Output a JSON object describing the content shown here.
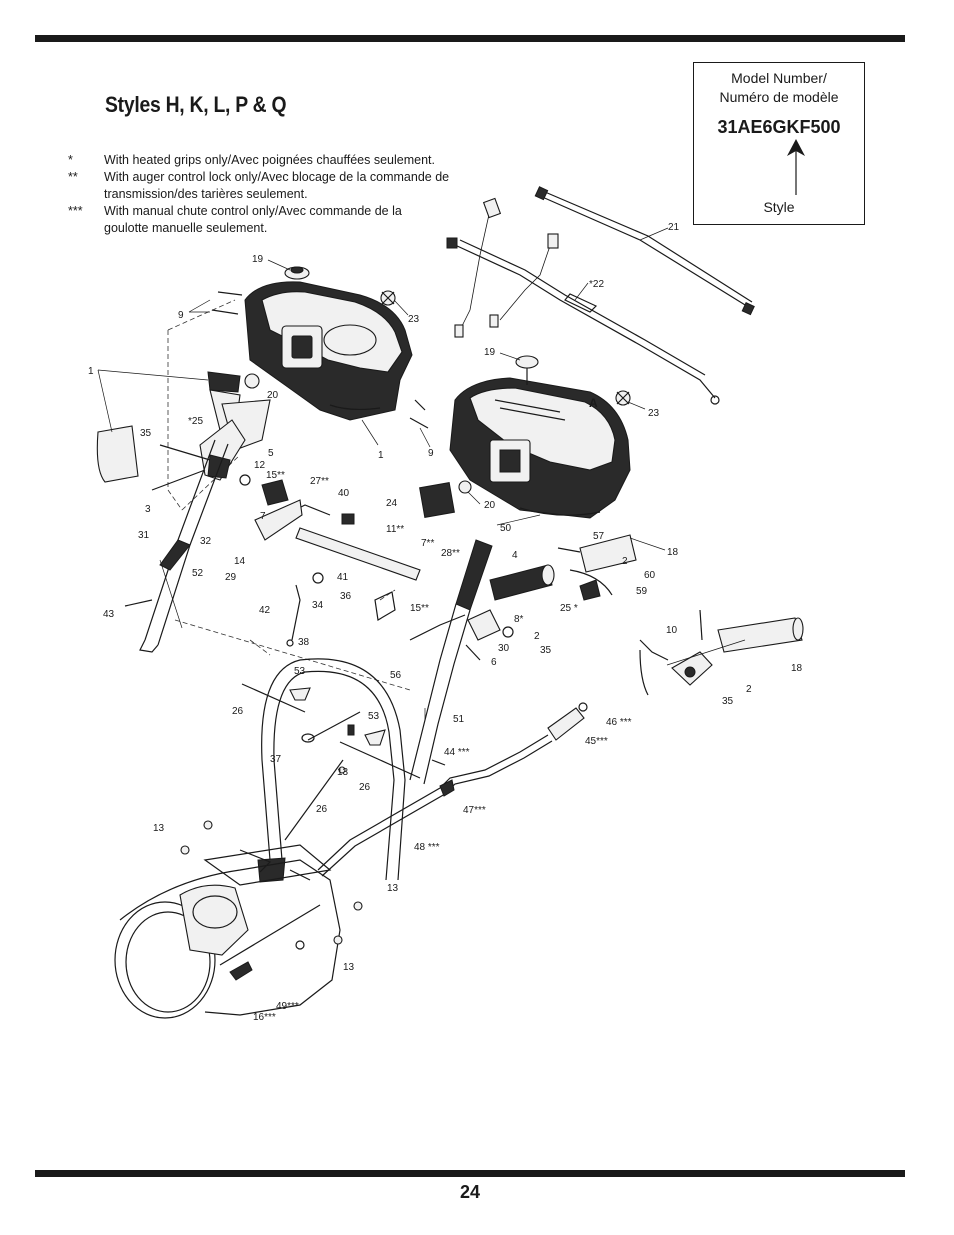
{
  "title": "Styles H, K, L, P & Q",
  "notes": [
    {
      "mark": "*",
      "text": "With heated grips only/Avec poignées chauffées seulement."
    },
    {
      "mark": "**",
      "text": "With auger control lock only/Avec blocage de la commande de transmission/des tarières seulement."
    },
    {
      "mark": "***",
      "text": "With manual chute control only/Avec commande de la goulotte manuelle seulement."
    }
  ],
  "model_box": {
    "label_line1": "Model Number/",
    "label_line2": "Numéro de modèle",
    "model_number": "31AE6GKF500",
    "style_label": "Style"
  },
  "callouts": {
    "c19a": "19",
    "c9a": "9",
    "c23a": "23",
    "c1a": "1",
    "c20a": "20",
    "c1b": "1",
    "c9b": "9",
    "c21": "21",
    "c22": "*22",
    "c19b": "19",
    "cA": "A",
    "c23b": "23",
    "c20b": "20",
    "c50": "50",
    "c35a": "35",
    "c25a": "*25",
    "c5": "5",
    "c12": "12",
    "c15a": "15**",
    "c27": "27**",
    "c40": "40",
    "c24": "24",
    "c3": "3",
    "c7a": "7",
    "c11": "11**",
    "c31": "31",
    "c32": "32",
    "c14": "14",
    "c29": "29",
    "c7b": "7**",
    "c28": "28**",
    "c4": "4",
    "c57": "57",
    "c18a": "18",
    "c2a": "2",
    "c60": "60",
    "c59": "59",
    "c52": "52",
    "c41": "41",
    "c36": "36",
    "c34": "34",
    "c42": "42",
    "c15b": "15**",
    "c25b": "25 *",
    "c8": "8*",
    "c43": "43",
    "c38": "38",
    "c2b": "2",
    "c30": "30",
    "c35b": "35",
    "c6": "6",
    "c10": "10",
    "c18b": "18",
    "c35c": "35",
    "c2c": "2",
    "c53a": "53",
    "c56": "56",
    "c26a": "26",
    "c53b": "53",
    "c51": "51",
    "c46": "46 ***",
    "c45": "45***",
    "c37": "37",
    "c13a": "13",
    "c26b": "26",
    "c44": "44 ***",
    "c26c": "26",
    "c47": "47***",
    "c13b": "13",
    "c48": "48 ***",
    "c13c": "13",
    "c13d": "13",
    "c49": "49***",
    "c16": "16***"
  },
  "page_number": "24"
}
